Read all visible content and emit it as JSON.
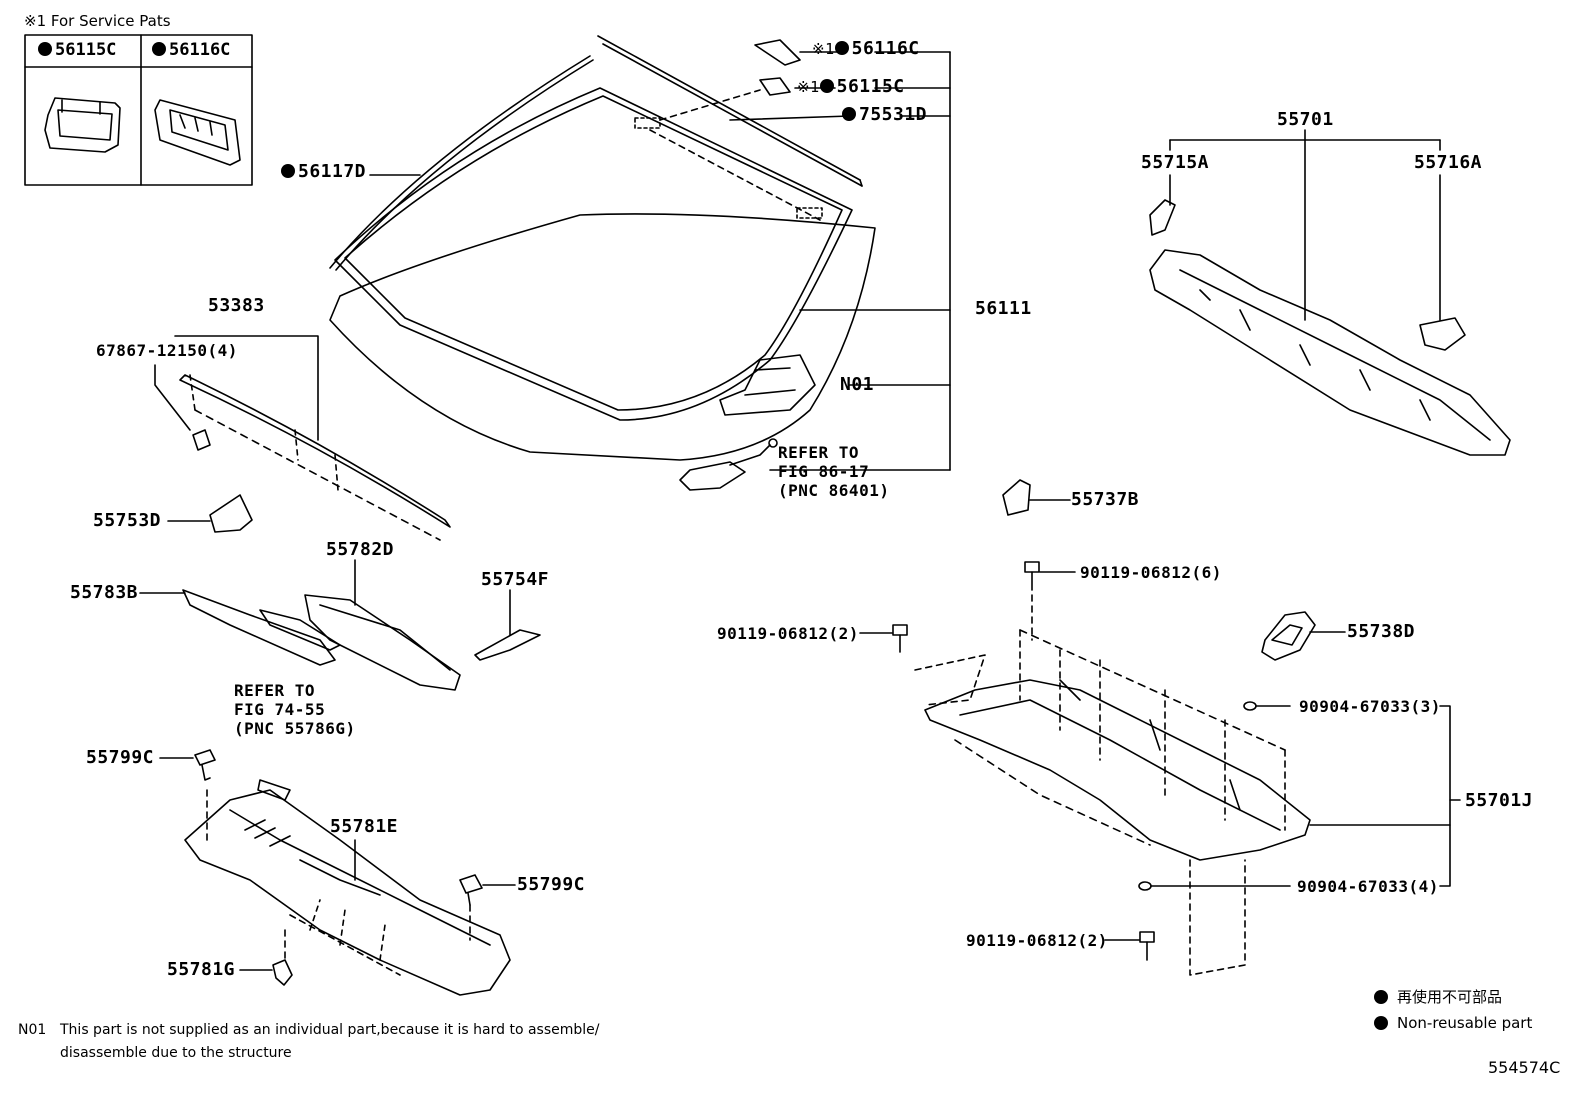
{
  "service_box": {
    "title": "※1 For Service Pats",
    "cells": [
      "56115C",
      "56116C"
    ]
  },
  "labels": {
    "p56116C_top": "56116C",
    "p56116C_mark": "※1",
    "p56115C_top": "56115C",
    "p56115C_mark": "※1",
    "p75531D": "75531D",
    "p56117D": "56117D",
    "p56111": "56111",
    "pN01": "N01",
    "p53383": "53383",
    "p67867": "67867-12150(4)",
    "p55753D": "55753D",
    "p55782D": "55782D",
    "p55783B": "55783B",
    "p55754F": "55754F",
    "p55799C_a": "55799C",
    "p55781E": "55781E",
    "p55799C_b": "55799C",
    "p55781G": "55781G",
    "p55701": "55701",
    "p55715A": "55715A",
    "p55716A": "55716A",
    "p55737B": "55737B",
    "p90119_6": "90119-06812(6)",
    "p90119_2a": "90119-06812(2)",
    "p55738D": "55738D",
    "p90904_3": "90904-67033(3)",
    "p55701J": "55701J",
    "p90904_4": "90904-67033(4)",
    "p90119_2b": "90119-06812(2)"
  },
  "refer_fig86": [
    "REFER TO",
    "FIG 86-17",
    "(PNC 86401)"
  ],
  "refer_fig74": [
    "REFER TO",
    "FIG 74-55",
    "(PNC 55786G)"
  ],
  "footnote": {
    "code": "N01",
    "line1": "This part is not supplied as an individual part,because it is hard to assemble/",
    "line2": "disassemble due to the structure"
  },
  "legend": {
    "jp": "再使用不可部品",
    "en": "Non-reusable part"
  },
  "diagram_id": "554574C"
}
